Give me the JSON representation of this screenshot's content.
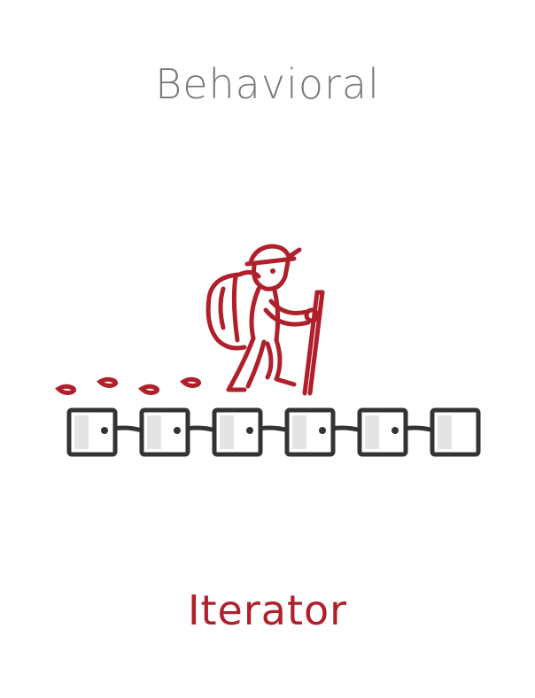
{
  "card": {
    "category": "Behavioral",
    "pattern_name": "Iterator"
  },
  "illustration": {
    "figure_icon": "hiker-with-backpack-and-walking-stick-icon",
    "footprint_icon": "footprint-icon",
    "chain_icon": "linked-square-node-icon",
    "footprint_count": 4,
    "node_count": 6
  },
  "colors": {
    "accent": "#b0202a",
    "category_text": "#7a7a7a",
    "node_stroke": "#333333",
    "node_fill": "#e4e4e4"
  }
}
